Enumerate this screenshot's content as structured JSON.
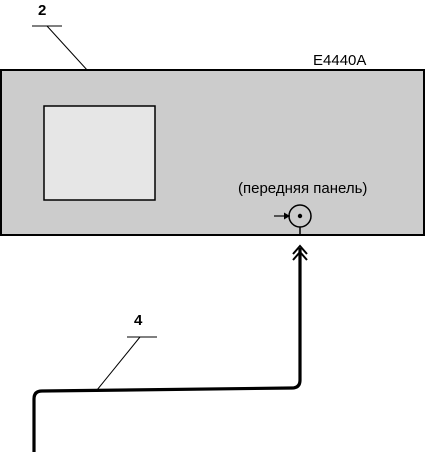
{
  "callouts": {
    "instrument": "2",
    "cable": "4"
  },
  "instrument": {
    "model": "E4440A",
    "port_caption": "(передняя панель)"
  }
}
